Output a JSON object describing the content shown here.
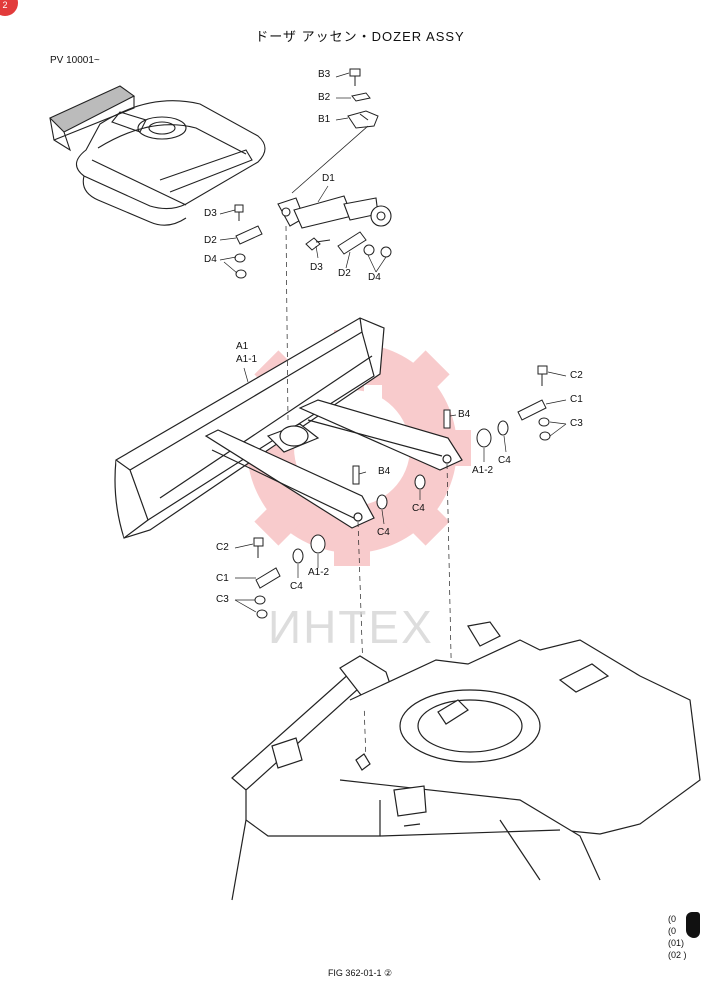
{
  "page": {
    "corner_badge": "2",
    "title": "ドーザ アッセン・DOZER ASSY",
    "serial_range": "PV 10001~",
    "figure_number": "FIG 362-01-1 ②",
    "revision_codes": [
      "(0",
      "(0",
      "(01)",
      "(02 )"
    ]
  },
  "watermark": {
    "text": "ИНТЕХ",
    "color": "#e8474c"
  },
  "parts": {
    "B3": "B3",
    "B2": "B2",
    "B1": "B1",
    "D1": "D1",
    "D3_left": "D3",
    "D2_left": "D2",
    "D4_left": "D4",
    "D3_mid": "D3",
    "D2_mid": "D2",
    "D4_right": "D4",
    "A1": "A1",
    "A1_1": "A1-1",
    "B4_right": "B4",
    "B4_left": "B4",
    "C2_right": "C2",
    "C1_right": "C1",
    "C3_right": "C3",
    "C4_a": "C4",
    "A1_2_right": "A1-2",
    "C4_b": "C4",
    "C4_c": "C4",
    "C2_left": "C2",
    "C1_left": "C1",
    "C3_left": "C3",
    "C4_d": "C4",
    "A1_2_left": "A1-2"
  }
}
